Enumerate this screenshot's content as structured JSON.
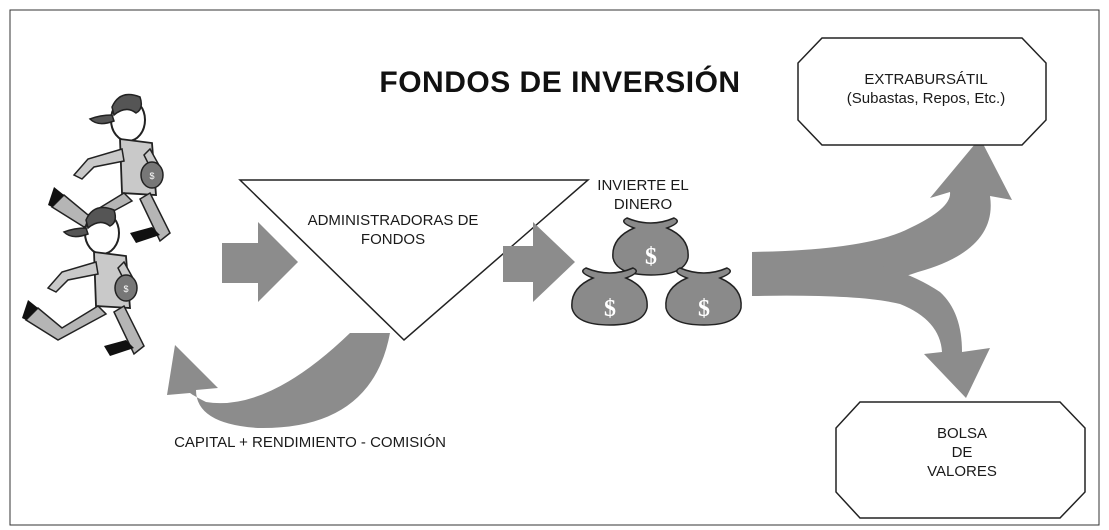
{
  "title": "FONDOS DE INVERSIÓN",
  "funds_manager": {
    "line1": "ADMINISTRADORAS DE",
    "line2": "FONDOS"
  },
  "invest_label": {
    "line1": "INVIERTE EL",
    "line2": "DINERO"
  },
  "return_label": "CAPITAL + RENDIMIENTO - COMISIÓN",
  "otc_market": {
    "line1": "EXTRABURSÁTIL",
    "line2": "(Subastas, Repos, Etc.)"
  },
  "stock_exchange": {
    "line1": "BOLSA",
    "line2": "DE",
    "line3": "VALORES"
  },
  "money_bag_symbol": "$",
  "colors": {
    "arrow_gray": "#8c8c8c",
    "bag_gray": "#8a8a8a",
    "border": "#333333"
  },
  "icons": [
    "running-investor-icon",
    "money-bag-icon"
  ]
}
